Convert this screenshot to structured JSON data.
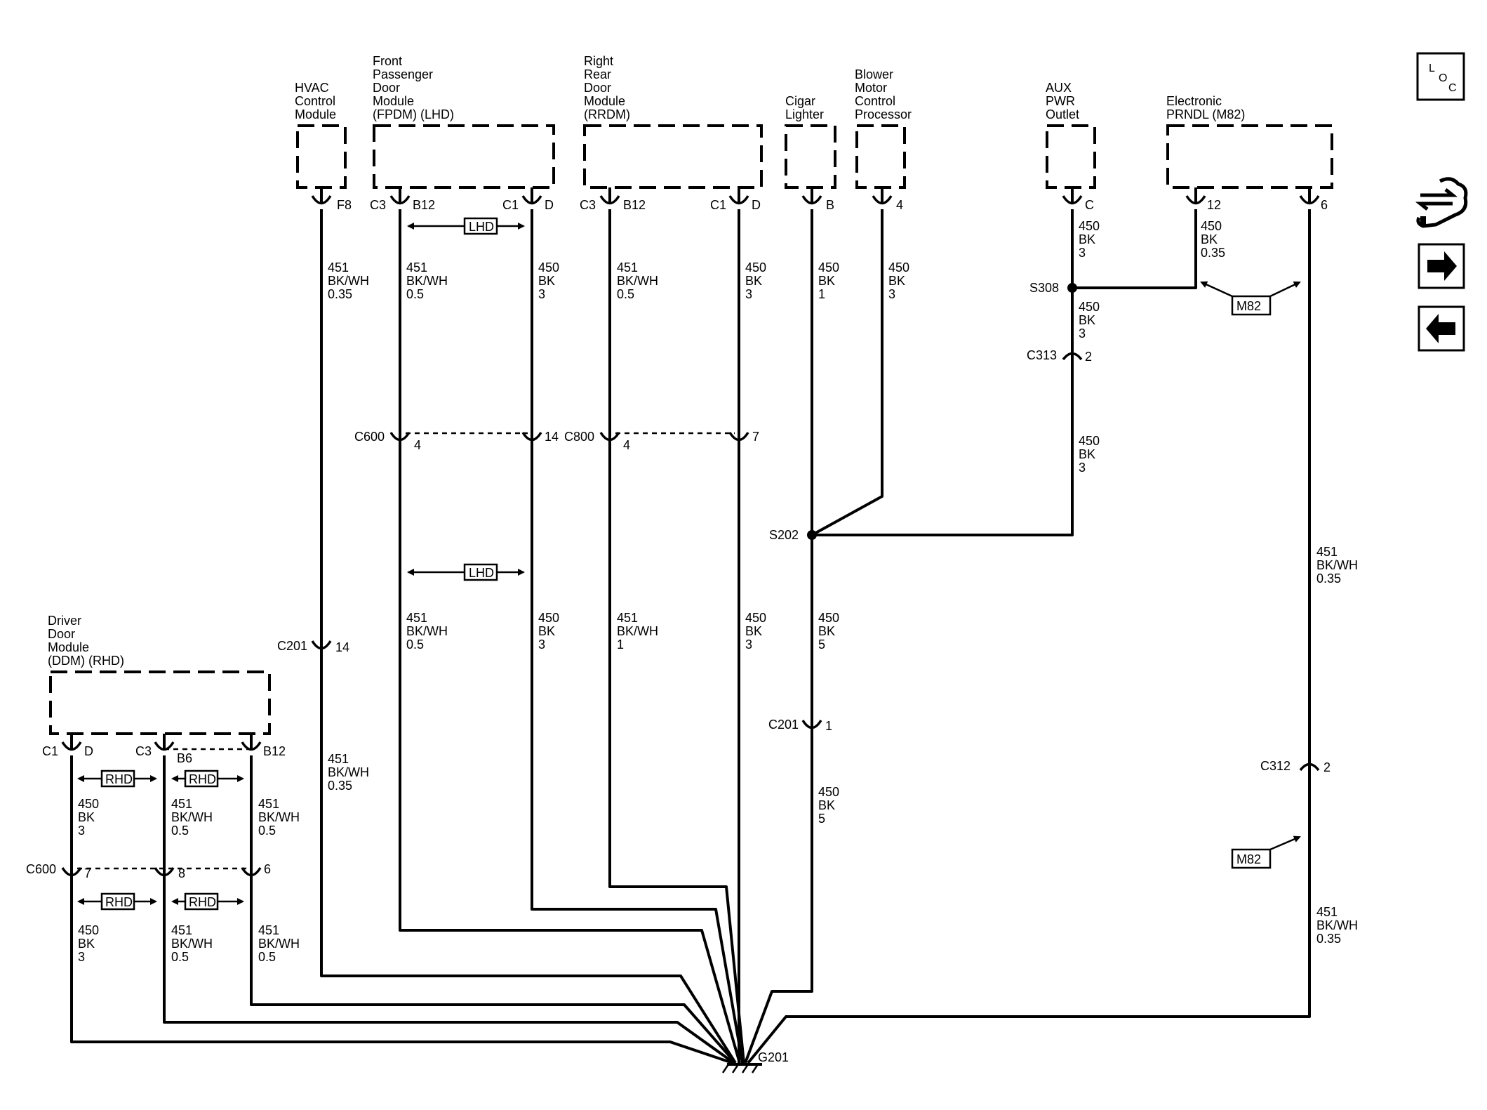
{
  "modules": [
    {
      "id": "hvac",
      "lines": [
        "HVAC",
        "Control",
        "Module"
      ]
    },
    {
      "id": "fpdm",
      "lines": [
        "Front",
        "Passenger",
        "Door",
        "Module",
        "(FPDM) (LHD)"
      ]
    },
    {
      "id": "rrdm",
      "lines": [
        "Right",
        "Rear",
        "Door",
        "Module",
        "(RRDM)"
      ]
    },
    {
      "id": "cigar",
      "lines": [
        "Cigar",
        "Lighter"
      ]
    },
    {
      "id": "blower",
      "lines": [
        "Blower",
        "Motor",
        "Control",
        "Processor"
      ]
    },
    {
      "id": "aux",
      "lines": [
        "AUX",
        "PWR",
        "Outlet"
      ]
    },
    {
      "id": "prndl",
      "lines": [
        "Electronic",
        "PRNDL (M82)"
      ]
    },
    {
      "id": "ddm",
      "lines": [
        "Driver",
        "Door",
        "Module",
        "(DDM) (RHD)"
      ]
    }
  ],
  "pins": {
    "hvac_f8": "F8",
    "fpdm_c3": "C3",
    "fpdm_b12": "B12",
    "fpdm_c1": "C1",
    "fpdm_d": "D",
    "rrdm_c3": "C3",
    "rrdm_b12": "B12",
    "rrdm_c1": "C1",
    "rrdm_d": "D",
    "cigar_b": "B",
    "blower_4": "4",
    "aux_c": "C",
    "prndl_12": "12",
    "prndl_6": "6",
    "c600_left": "C600",
    "c600_fpdm_4": "4",
    "c600_fpdm_14": "14",
    "c800": "C800",
    "c800_4": "4",
    "c800_7": "7",
    "c201_hvac": "C201",
    "c201_hvac_14": "14",
    "c201_cigar": "C201",
    "c201_cigar_1": "1",
    "s202": "S202",
    "s308": "S308",
    "c313": "C313",
    "c313_2": "2",
    "c312": "C312",
    "c312_2": "2",
    "ddm_c1": "C1",
    "ddm_d": "D",
    "ddm_c3": "C3",
    "ddm_b6": "B6",
    "ddm_b12": "B12",
    "c600_ddm": "C600",
    "c600_ddm_7": "7",
    "c600_ddm_8": "8",
    "c600_ddm_6": "6",
    "g201": "G201"
  },
  "wire_labels": [
    {
      "id": "w1",
      "lines": [
        "451",
        "BK/WH",
        "0.35"
      ]
    },
    {
      "id": "w2",
      "lines": [
        "451",
        "BK/WH",
        "0.5"
      ]
    },
    {
      "id": "w3",
      "lines": [
        "450",
        "BK",
        "3"
      ]
    },
    {
      "id": "w4",
      "lines": [
        "451",
        "BK/WH",
        "0.5"
      ]
    },
    {
      "id": "w5",
      "lines": [
        "450",
        "BK",
        "3"
      ]
    },
    {
      "id": "w6",
      "lines": [
        "450",
        "BK",
        "1"
      ]
    },
    {
      "id": "w7",
      "lines": [
        "450",
        "BK",
        "3"
      ]
    },
    {
      "id": "w8",
      "lines": [
        "450",
        "BK",
        "3"
      ]
    },
    {
      "id": "w9",
      "lines": [
        "450",
        "BK",
        "0.35"
      ]
    },
    {
      "id": "w10",
      "lines": [
        "450",
        "BK",
        "3"
      ]
    },
    {
      "id": "w11",
      "lines": [
        "450",
        "BK",
        "3"
      ]
    },
    {
      "id": "w12",
      "lines": [
        "451",
        "BK/WH",
        "0.5"
      ]
    },
    {
      "id": "w13",
      "lines": [
        "450",
        "BK",
        "3"
      ]
    },
    {
      "id": "w14",
      "lines": [
        "451",
        "BK/WH",
        "1"
      ]
    },
    {
      "id": "w15",
      "lines": [
        "450",
        "BK",
        "3"
      ]
    },
    {
      "id": "w16",
      "lines": [
        "450",
        "BK",
        "5"
      ]
    },
    {
      "id": "w17",
      "lines": [
        "450",
        "BK",
        "5"
      ]
    },
    {
      "id": "w18",
      "lines": [
        "451",
        "BK/WH",
        "0.35"
      ]
    },
    {
      "id": "w19",
      "lines": [
        "451",
        "BK/WH",
        "0.35"
      ]
    },
    {
      "id": "w20",
      "lines": [
        "451",
        "BK/WH",
        "0.35"
      ]
    },
    {
      "id": "w21",
      "lines": [
        "450",
        "BK",
        "3"
      ]
    },
    {
      "id": "w22",
      "lines": [
        "451",
        "BK/WH",
        "0.5"
      ]
    },
    {
      "id": "w23",
      "lines": [
        "451",
        "BK/WH",
        "0.5"
      ]
    },
    {
      "id": "w24",
      "lines": [
        "450",
        "BK",
        "3"
      ]
    },
    {
      "id": "w25",
      "lines": [
        "451",
        "BK/WH",
        "0.5"
      ]
    },
    {
      "id": "w26",
      "lines": [
        "451",
        "BK/WH",
        "0.5"
      ]
    }
  ],
  "tags": {
    "lhd": "LHD",
    "rhd": "RHD",
    "m82": "M82"
  },
  "icons": {
    "loc": [
      "L",
      "O",
      "C"
    ],
    "names": [
      "loc-icon",
      "wrench-flow-icon",
      "next-arrow-icon",
      "back-arrow-icon"
    ]
  }
}
